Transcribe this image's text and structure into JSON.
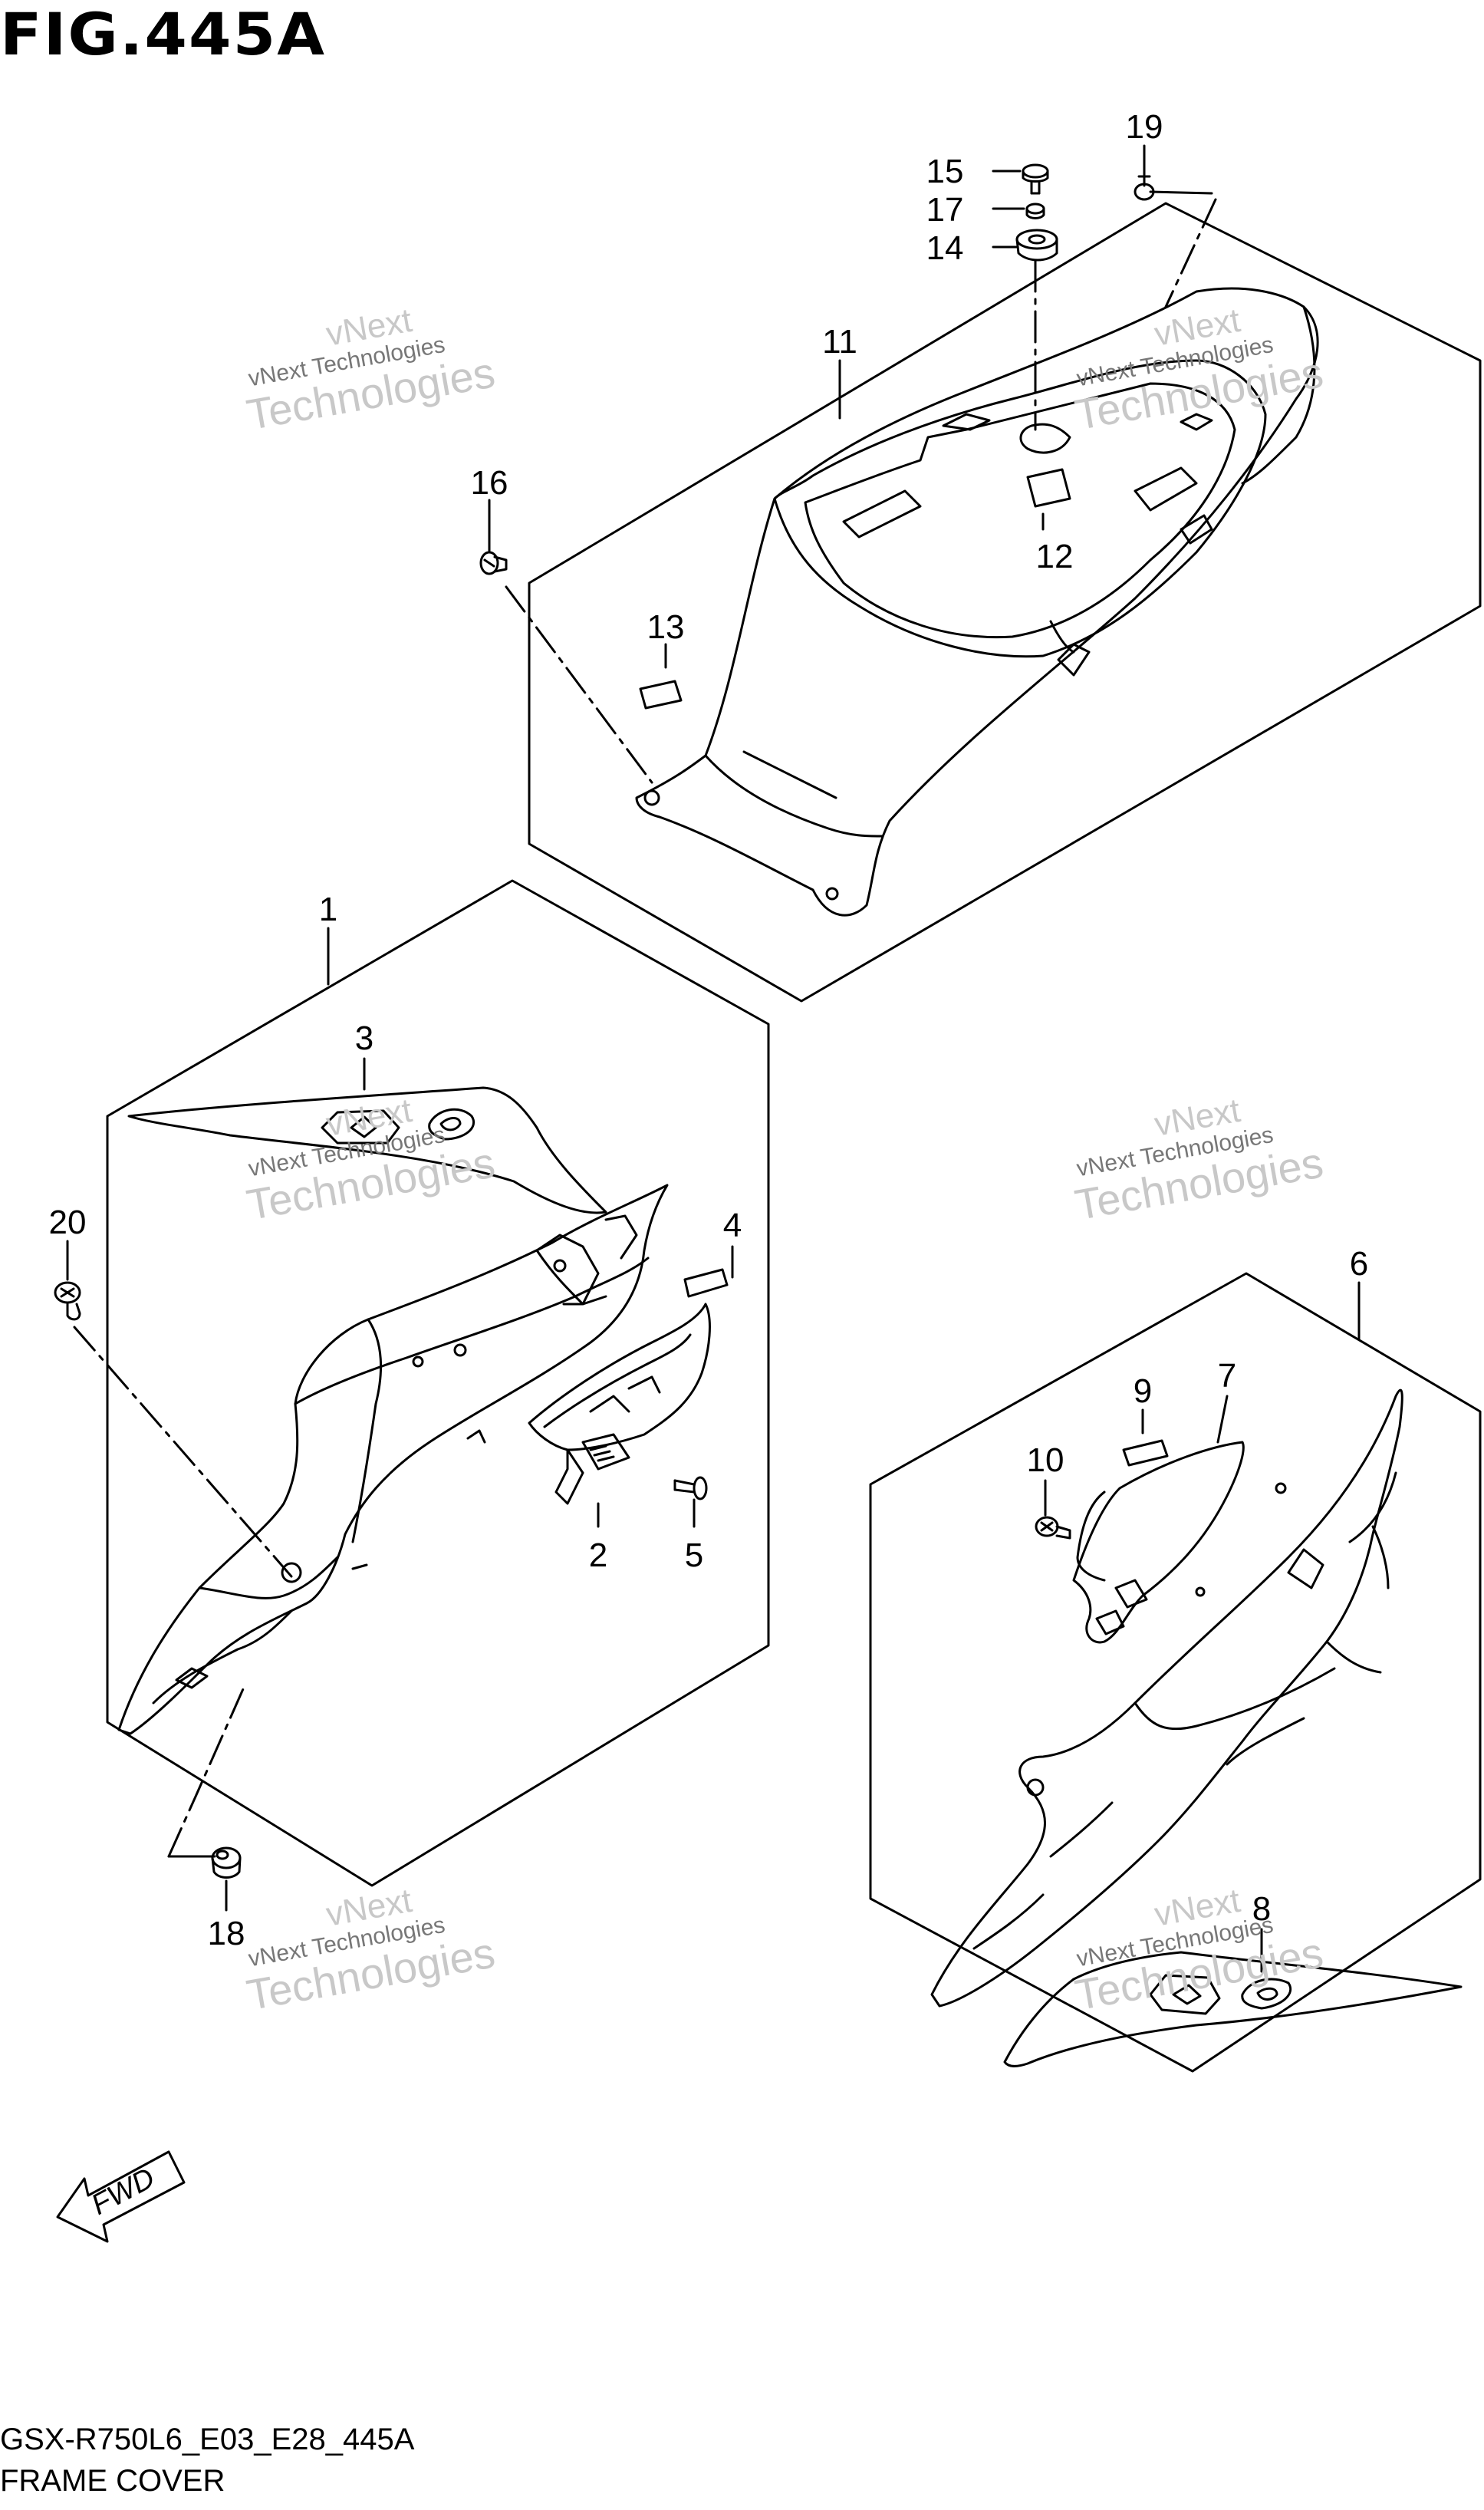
{
  "figure": {
    "title": "FIG.445A",
    "model_code": "GSX-R750L6_E03_E28_445A",
    "name": "FRAME COVER"
  },
  "fwd_label": "FWD",
  "watermark": {
    "line1": "vNext",
    "line2": "vNext Technologies",
    "line3": "Technologies"
  },
  "callouts": {
    "c1": "1",
    "c2": "2",
    "c3": "3",
    "c4": "4",
    "c5": "5",
    "c6": "6",
    "c7": "7",
    "c8": "8",
    "c9": "9",
    "c10": "10",
    "c11": "11",
    "c12": "12",
    "c13": "13",
    "c14": "14",
    "c15": "15",
    "c16": "16",
    "c17": "17",
    "c18": "18",
    "c19": "19",
    "c20": "20"
  },
  "colors": {
    "ink": "#000000",
    "watermark": "#c8c8c8"
  }
}
